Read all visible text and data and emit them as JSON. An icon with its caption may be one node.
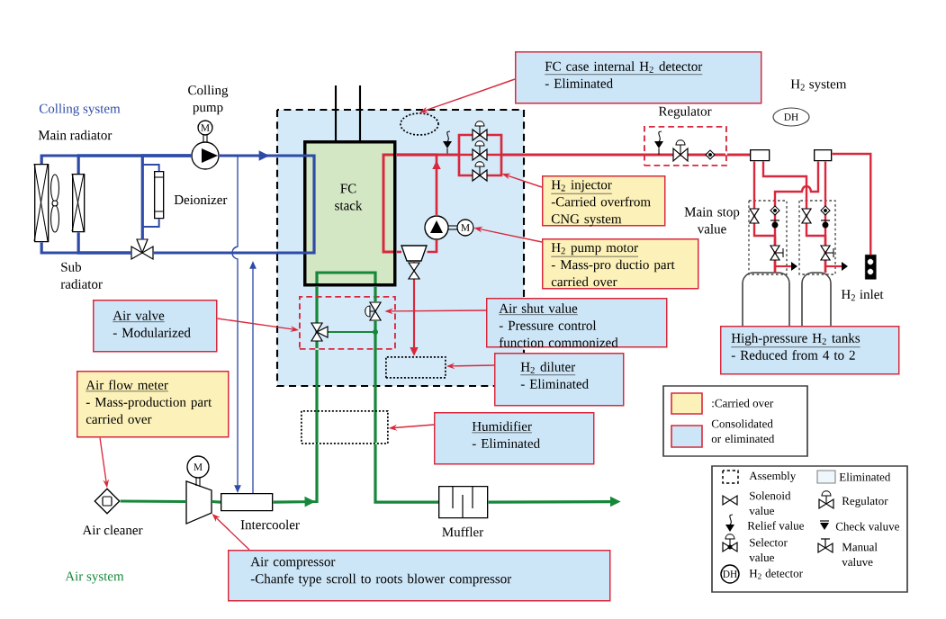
{
  "diagram": {
    "nodes": [
      {
        "text": [
          "FC case internal H$_{2}$ detector",
          "- Eliminated"
        ]
      },
      {
        "text": [
          "Colling pump",
          "M"
        ]
      },
      {
        "text": [
          "Regulator"
        ]
      },
      {
        "text": [
          "DH"
        ]
      },
      {
        "text": [
          "Main radiator"
        ]
      },
      {
        "text": [],
        "shape": "ellipse"
      },
      {
        "text": [
          "FC stack"
        ]
      },
      {
        "text": [],
        "shape": "valve"
      },
      {
        "text": [
          "H$_{2}$ injector",
          "-Carried overfrom CNG system"
        ]
      },
      {
        "text": [
          "Deionizer"
        ]
      },
      {
        "text": [
          "M"
        ]
      },
      {
        "text": [
          "H$_{2}$ pump motor",
          "- Mass-pro ductio part carried over"
        ]
      },
      {
        "text": [
          "Sub radiator"
        ]
      },
      {
        "text": [],
        "shape": "box"
      },
      {
        "text": [],
        "shape": "valve",
        "in": 13
      },
      {
        "text": [
          "Air valve",
          "- Modularized"
        ]
      },
      {
        "text": [
          "Air shut value",
          "- Pressure control function commonized"
        ]
      },
      {
        "text": [
          "H$_{2}$ inlet"
        ]
      },
      {
        "text": [
          "High-pressure H$_{2}$ tanks",
          "- Reduced from 4 to 2"
        ]
      },
      {
        "text": [],
        "shape": "box"
      },
      {
        "text": [
          "H$_{2}$ diluter",
          "- Eliminated"
        ]
      },
      {
        "text": [
          "Air flow meter",
          "- Mass-production part carried over"
        ]
      },
      {
        "text": [],
        "shape": "box"
      },
      {
        "text": [
          "Humidifier",
          "- Eliminated"
        ]
      },
      {
        "text": [
          "M"
        ]
      },
      {
        "text": [
          "Air cleaner"
        ]
      },
      {
        "text": [
          "Intercooler"
        ]
      },
      {
        "text": [
          "Muffler"
        ]
      },
      {
        "text": [
          "Air compressor",
          "-Chanfe type scroll to roots blower compressor"
        ]
      },
      {
        "text": [],
        "shape": "valve"
      },
      {
        "text": [],
        "shape": "trapezoid"
      },
      {
        "text": [],
        "shape": "box"
      },
      {
        "text": [],
        "shape": "box"
      },
      {
        "text": [],
        "shape": "cylinder"
      },
      {
        "text": [],
        "shape": "cylinder"
      }
    ],
    "edges": [
      {
        "from": 4,
        "to": 1,
        "arrow": "none",
        "color": "#2e4ba6"
      },
      {
        "from": 12,
        "to": 1,
        "arrow": "none",
        "color": "#2e4ba6"
      },
      {
        "from": 1,
        "to": 6,
        "arrow": "to",
        "color": "#2e4ba6"
      },
      {
        "from": 6,
        "to": 29,
        "arrow": "none",
        "color": "#2e4ba6"
      },
      {
        "from": 29,
        "to": 4,
        "arrow": "none",
        "color": "#2e4ba6"
      },
      {
        "from": 29,
        "to": 12,
        "arrow": "none",
        "color": "#2e4ba6"
      },
      {
        "from": 29,
        "to": 1,
        "arrow": "none",
        "color": "#2e4ba6"
      },
      {
        "from": 9,
        "to": 1,
        "arrow": "none",
        "color": "#2e4ba6"
      },
      {
        "from": 29,
        "to": 9,
        "arrow": "none",
        "color": "#2e4ba6"
      },
      {
        "from": 1,
        "to": 26,
        "arrow": "to",
        "color": "#2e4ba6"
      },
      {
        "from": 26,
        "to": null,
        "arrow": "to",
        "color": "#2e4ba6"
      },
      {
        "from": 25,
        "to": 24,
        "arrow": "none",
        "color": "#17873a"
      },
      {
        "from": 24,
        "to": 26,
        "arrow": "none",
        "color": "#17873a"
      },
      {
        "from": 26,
        "to": 22,
        "arrow": "to",
        "color": "#17873a"
      },
      {
        "from": 22,
        "to": 13,
        "arrow": "none",
        "color": "#17873a"
      },
      {
        "from": 13,
        "to": 6,
        "arrow": "none",
        "color": "#17873a"
      },
      {
        "from": 6,
        "to": 14,
        "arrow": "none",
        "color": "#17873a"
      },
      {
        "from": 14,
        "to": 22,
        "arrow": "none",
        "color": "#17873a"
      },
      {
        "from": 22,
        "to": 27,
        "arrow": "none",
        "color": "#17873a"
      },
      {
        "from": 27,
        "to": null,
        "arrow": "to",
        "color": "#17873a"
      },
      {
        "from": 2,
        "to": 7,
        "arrow": "none"
      },
      {
        "from": 7,
        "to": 6,
        "arrow": "none"
      },
      {
        "from": 6,
        "to": 30,
        "arrow": "none"
      },
      {
        "from": 30,
        "to": 10,
        "arrow": "none"
      },
      {
        "from": 10,
        "to": 6,
        "arrow": "to"
      },
      {
        "from": 30,
        "to": 19,
        "arrow": "to"
      },
      {
        "from": 31,
        "to": 2,
        "arrow": "none"
      },
      {
        "from": 33,
        "to": 31,
        "arrow": "none"
      },
      {
        "from": 34,
        "to": 31,
        "arrow": "none"
      },
      {
        "from": 33,
        "to": 32,
        "arrow": "none"
      },
      {
        "from": 34,
        "to": 32,
        "arrow": "none"
      },
      {
        "from": 32,
        "to": 17,
        "arrow": "none"
      },
      {
        "from": 0,
        "to": 5,
        "arrow": "to"
      },
      {
        "from": 8,
        "to": 7,
        "arrow": "to"
      },
      {
        "from": 11,
        "to": 10,
        "arrow": "to"
      },
      {
        "from": 15,
        "to": 13,
        "arrow": "to"
      },
      {
        "from": 16,
        "to": 14,
        "arrow": "to"
      },
      {
        "from": 20,
        "to": 19,
        "arrow": "to"
      },
      {
        "from": 23,
        "to": 22,
        "arrow": "to"
      },
      {
        "from": 21,
        "to": 25,
        "arrow": "to"
      },
      {
        "from": 28,
        "to": 24,
        "arrow": "to"
      }
    ],
    "labels": [
      "Colling system",
      "H$_{2}$ system",
      "Main stop value",
      "Air system",
      "DH"
    ],
    "legend": [
      {
        "text": ":Carried over",
        "color": "#fcf1b8"
      },
      {
        "text": "Consolidated or eliminated",
        "color": "#cde6f7"
      },
      {
        "text": "Assembly"
      },
      {
        "text": "Eliminated"
      },
      {
        "text": "Solenoid value"
      },
      {
        "text": "Regulator"
      },
      {
        "text": "Relief value"
      },
      {
        "text": "Check valuve"
      },
      {
        "text": "Selector value"
      },
      {
        "text": "Manual valuve"
      },
      {
        "text": "H$_{2}$ detector"
      }
    ]
  }
}
